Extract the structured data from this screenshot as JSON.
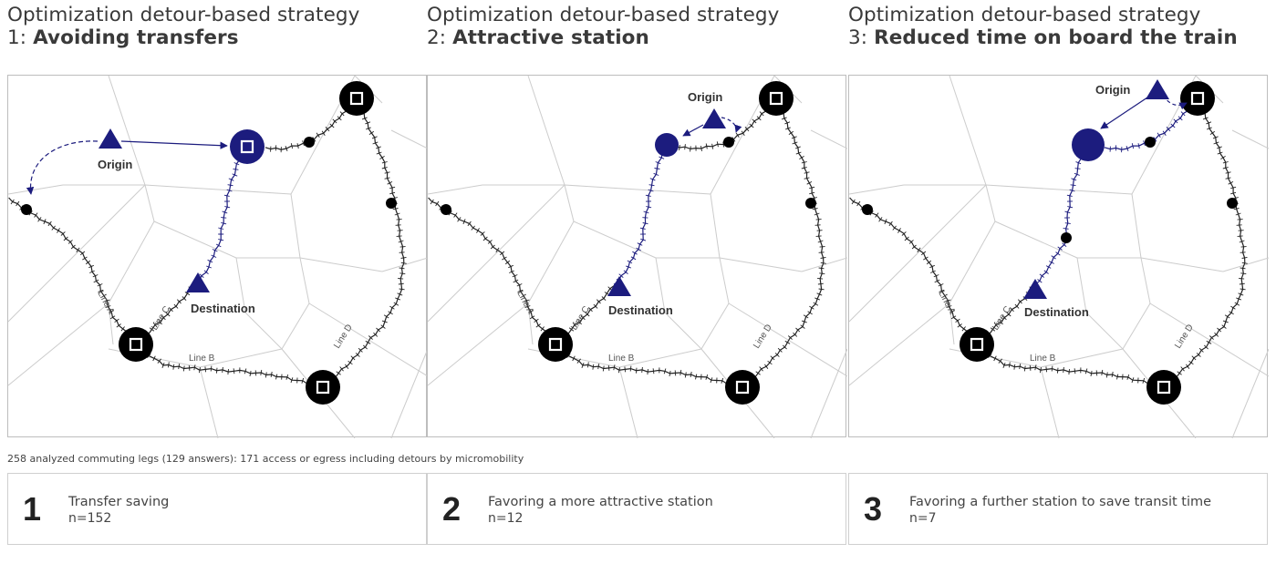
{
  "titles": [
    {
      "line1": "Optimization detour-based strategy",
      "num": "1:",
      "bold": "Avoiding transfers"
    },
    {
      "line1": "Optimization detour-based strategy",
      "num": "2:",
      "bold": "Attractive station"
    },
    {
      "line1": "Optimization detour-based strategy",
      "num": "3:",
      "bold": "Reduced time on board the train"
    }
  ],
  "map_labels": {
    "origin": "Origin",
    "destination": "Destination",
    "line_a": "Line A",
    "line_b": "Line B",
    "line_c": "Line C",
    "line_d": "Line D"
  },
  "caption": "258 analyzed commuting legs (129 answers): 171 access or egress including detours by micromobility",
  "strategies": [
    {
      "number": "1",
      "label": "Transfer saving",
      "n": "n=152"
    },
    {
      "number": "2",
      "label": "Favoring a more attractive station",
      "n": "n=12"
    },
    {
      "number": "3",
      "label": "Favoring a further station to save transit time",
      "n": "n=7"
    }
  ],
  "colors": {
    "accent": "#1c1c7e",
    "rail": "#222222",
    "voronoi": "#cccccc"
  }
}
